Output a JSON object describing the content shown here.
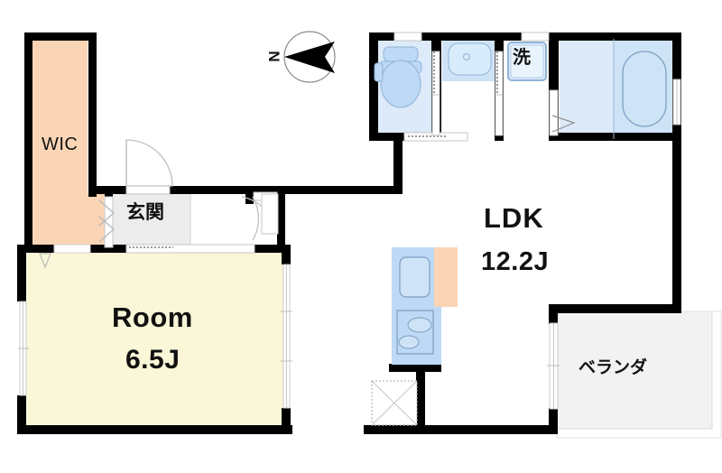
{
  "plan": {
    "title": "Apartment floor plan",
    "compass": {
      "label": "N",
      "icon": "north-arrow-icon",
      "direction": "west"
    },
    "colors": {
      "wall": "#000000",
      "wic_fill": "#fad5b5",
      "room_fill": "#f9f7d7",
      "water_fill": "#cfe3f7",
      "fixture_fill": "#bdd9f5",
      "genkan_fill": "#ececec",
      "veranda_fill": "#f2f2f2",
      "door_line": "#b0b0b0"
    },
    "rooms": [
      {
        "key": "wic",
        "name": "WIC",
        "label": "WIC",
        "area": ""
      },
      {
        "key": "genkan",
        "name": "entrance",
        "label": "玄関",
        "area": ""
      },
      {
        "key": "washer",
        "name": "washer",
        "label": "洗",
        "area": ""
      },
      {
        "key": "ldk",
        "name": "LDK",
        "label": "LDK",
        "area": "12.2J"
      },
      {
        "key": "room",
        "name": "Room",
        "label": "Room",
        "area": "6.5J"
      },
      {
        "key": "veranda",
        "name": "balcony",
        "label": "ベランダ",
        "area": ""
      }
    ],
    "labels": {
      "wic": "WIC",
      "genkan": "玄関",
      "washer": "洗",
      "ldk": "LDK",
      "ldk_area": "12.2J",
      "room": "Room",
      "room_area": "6.5J",
      "veranda": "ベランダ",
      "north": "N"
    },
    "fixtures": [
      {
        "name": "toilet-fixture",
        "room": "toilet"
      },
      {
        "name": "washbasin-fixture",
        "room": "washroom"
      },
      {
        "name": "washer-space",
        "room": "washroom"
      },
      {
        "name": "bathtub-fixture",
        "room": "bathroom"
      },
      {
        "name": "kitchen-sink",
        "room": "ldk"
      },
      {
        "name": "kitchen-stove",
        "room": "ldk"
      },
      {
        "name": "storage-box",
        "room": "ldk"
      }
    ]
  }
}
